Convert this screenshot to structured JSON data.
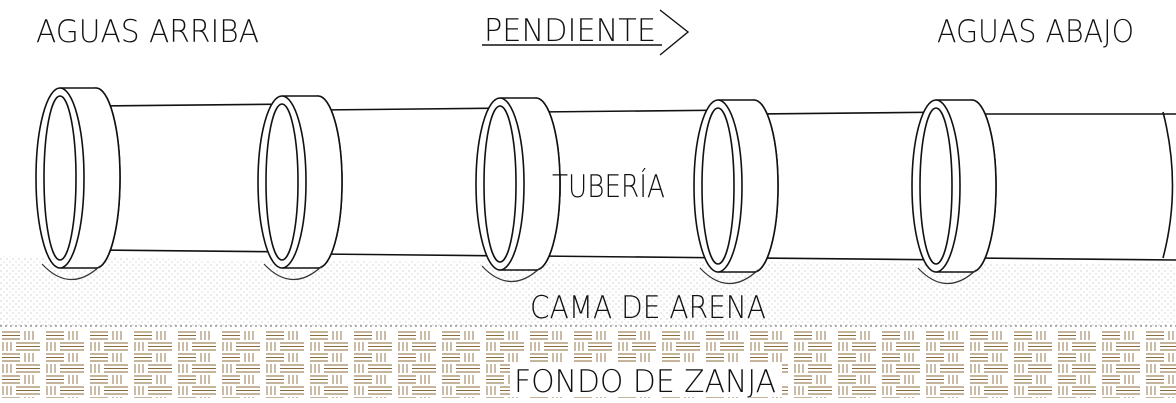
{
  "labels": {
    "upstream": "AGUAS ARRIBA",
    "slope": "PENDIENTE",
    "downstream": "AGUAS ABAJO",
    "pipe": "TUBERÍA",
    "sand_bed": "CAMA DE ARENA",
    "trench_bottom": "FONDO DE ZANJA"
  },
  "colors": {
    "line": "#111111",
    "sand_dots": "#b4b4b4",
    "brick_hatch": "#8a6a3a"
  }
}
